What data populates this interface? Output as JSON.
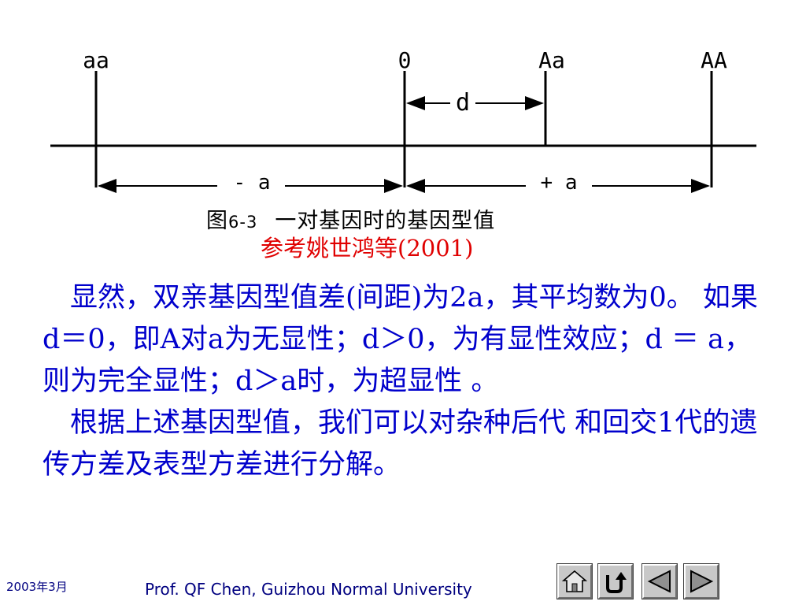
{
  "diagram": {
    "labels": {
      "aa": "aa",
      "origin": "0",
      "Aa": "Aa",
      "AA": "AA",
      "d": "d",
      "minus_a": "- a",
      "plus_a": "+ a"
    },
    "caption": {
      "prefix": "图",
      "number": "6-3",
      "text": "一对基因时的基因型值"
    }
  },
  "reference": "参考姚世鸿等(2001)",
  "paragraphs": [
    "显然，双亲基因型值差(间距)为2a，其平均数为0。 如果d＝0，即A对a为无显性；d＞0，为有显性效应；d ＝ a，则为完全显性；d＞a时，为超显性 。",
    "根据上述基因型值，我们可以对杂种后代 和回交1代的遗传方差及表型方差进行分解。"
  ],
  "footer": {
    "date": "2003年3月",
    "author": "Prof. QF Chen, Guizhou Normal University"
  },
  "nav": [
    {
      "name": "home-icon"
    },
    {
      "name": "return-icon"
    },
    {
      "name": "previous-icon"
    },
    {
      "name": "next-icon"
    }
  ],
  "colors": {
    "body_text": "#0000cc",
    "reference": "#e00000",
    "footer": "#000080",
    "button_face": "#c8c8c8"
  }
}
